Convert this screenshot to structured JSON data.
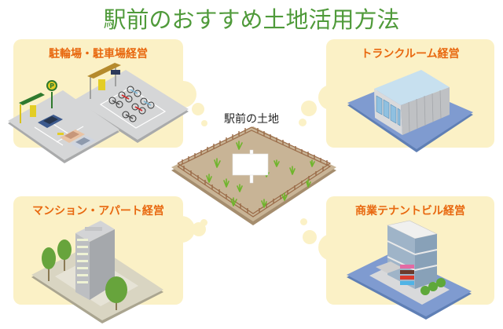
{
  "title": "駅前のおすすめ土地活用方法",
  "center": {
    "label": "駅前の土地",
    "illustration": "fenced-vacant-lot-with-sign"
  },
  "panels": [
    {
      "position": "top-left",
      "label": "駐輪場・駐車場経営",
      "illustration": "parking-lot-and-bicycle-parking"
    },
    {
      "position": "top-right",
      "label": "トランクルーム経営",
      "illustration": "storage-container-building"
    },
    {
      "position": "bottom-left",
      "label": "マンション・アパート経営",
      "illustration": "apartment-building-with-trees"
    },
    {
      "position": "bottom-right",
      "label": "商業テナントビル経営",
      "illustration": "commercial-tenant-building"
    }
  ],
  "colors": {
    "title": "#4f9a3a",
    "panel_bg": "#fbf1c6",
    "panel_label": "#e8680f",
    "lot_soil": "#c8b496",
    "fence": "#9a6b48",
    "base_blue": "#7f9bd0",
    "pavement": "#c9cacb"
  }
}
